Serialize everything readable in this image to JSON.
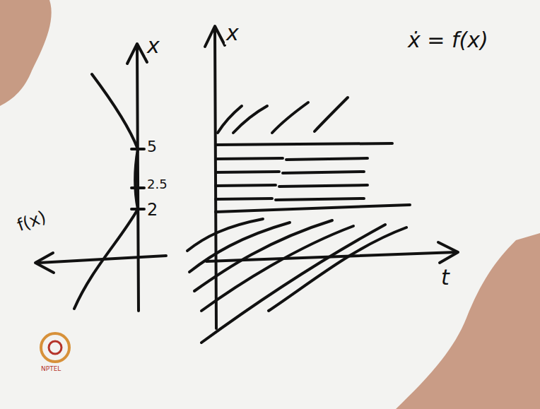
{
  "diagram": {
    "labels": [
      "x",
      "5",
      "2.5",
      "2",
      "f(x)",
      "x",
      "t",
      "ẋ = f(x)",
      "NPTEL"
    ]
  }
}
